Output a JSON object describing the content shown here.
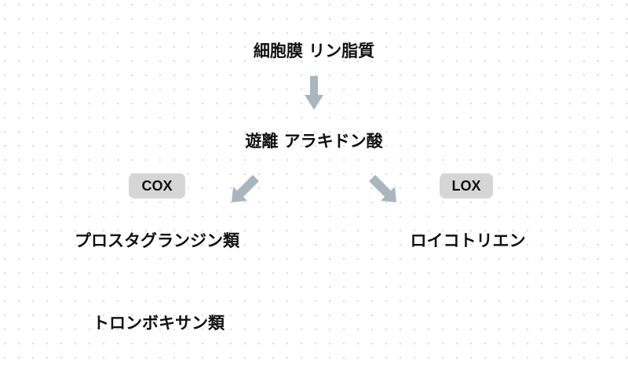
{
  "nodes": {
    "membrane": "細胞膜 リン脂質",
    "arachidonic": "遊離 アラキドン酸",
    "prostaglandins": "プロスタグランジン類",
    "leukotrienes": "ロイコトリエン",
    "thromboxanes": "トロンボキサン類"
  },
  "enzymes": {
    "cox": "COX",
    "lox": "LOX"
  },
  "colors": {
    "arrow": "#a9b6bd",
    "badge": "#d6d6d6"
  }
}
